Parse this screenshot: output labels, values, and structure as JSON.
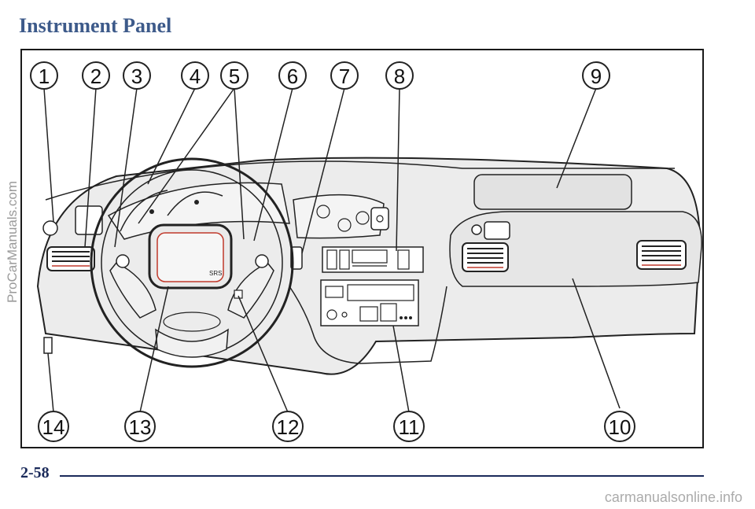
{
  "page": {
    "title": "Instrument Panel",
    "page_number": "2-58"
  },
  "callouts": [
    "1",
    "2",
    "3",
    "4",
    "5",
    "6",
    "7",
    "8",
    "9",
    "10",
    "11",
    "12",
    "13",
    "14"
  ],
  "figure": {
    "airbag_label": "SRS",
    "colors": {
      "panel": "#ececec",
      "line": "#222222",
      "red": "#c0392b",
      "title": "#3d5a8a"
    }
  },
  "watermarks": {
    "side": "ProCarManuals.com",
    "bottom": "carmanualsonline.info"
  }
}
